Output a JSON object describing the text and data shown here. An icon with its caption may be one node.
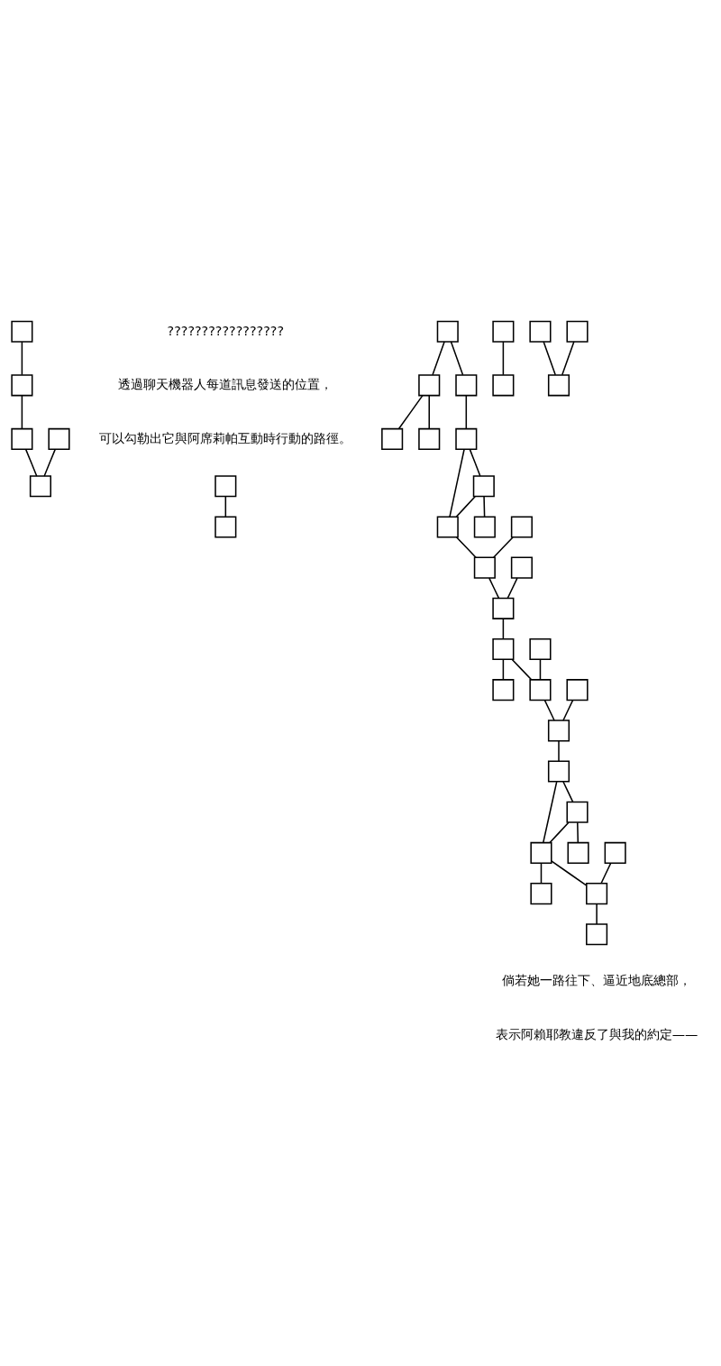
{
  "diagram": {
    "nodes": [
      {
        "text": [],
        "shape": "box"
      },
      {
        "text": [],
        "shape": "box"
      },
      {
        "text": [],
        "shape": "box"
      },
      {
        "text": [],
        "shape": "box"
      },
      {
        "text": [],
        "shape": "box"
      },
      {
        "text": [],
        "shape": "box"
      },
      {
        "text": [],
        "shape": "box"
      },
      {
        "text": [],
        "shape": "box"
      },
      {
        "text": [],
        "shape": "box"
      },
      {
        "text": [],
        "shape": "box"
      },
      {
        "text": [],
        "shape": "box"
      },
      {
        "text": [],
        "shape": "box"
      },
      {
        "text": [],
        "shape": "box"
      },
      {
        "text": [],
        "shape": "box"
      },
      {
        "text": [],
        "shape": "box"
      },
      {
        "text": [],
        "shape": "box"
      },
      {
        "text": [],
        "shape": "box"
      },
      {
        "text": [],
        "shape": "box"
      },
      {
        "text": [],
        "shape": "box"
      },
      {
        "text": [],
        "shape": "box"
      },
      {
        "text": [],
        "shape": "box"
      },
      {
        "text": [],
        "shape": "box"
      },
      {
        "text": [],
        "shape": "box"
      },
      {
        "text": [],
        "shape": "box"
      },
      {
        "text": [],
        "shape": "box"
      },
      {
        "text": [],
        "shape": "box"
      },
      {
        "text": [],
        "shape": "box"
      },
      {
        "text": [],
        "shape": "box"
      },
      {
        "text": [],
        "shape": "box"
      },
      {
        "text": [],
        "shape": "box"
      },
      {
        "text": [],
        "shape": "box"
      },
      {
        "text": [],
        "shape": "box"
      },
      {
        "text": [],
        "shape": "box"
      },
      {
        "text": [],
        "shape": "box"
      },
      {
        "text": [],
        "shape": "box"
      },
      {
        "text": [],
        "shape": "box"
      },
      {
        "text": [],
        "shape": "box"
      },
      {
        "text": [],
        "shape": "box"
      },
      {
        "text": [],
        "shape": "box"
      }
    ],
    "edges": [
      {
        "from": 0,
        "to": 2,
        "arrow": "none"
      },
      {
        "from": 2,
        "to": 18,
        "arrow": "none"
      },
      {
        "from": 1,
        "to": 8,
        "arrow": "none"
      },
      {
        "from": 9,
        "to": 10,
        "arrow": "none"
      },
      {
        "from": 11,
        "to": 19,
        "arrow": "none"
      },
      {
        "from": 18,
        "to": 19,
        "arrow": "none"
      },
      {
        "from": 20,
        "to": 21,
        "arrow": "none"
      },
      {
        "from": 12,
        "to": 21,
        "arrow": "none"
      },
      {
        "from": 3,
        "to": 22,
        "arrow": "none"
      },
      {
        "from": 3,
        "to": 4,
        "arrow": "none"
      },
      {
        "from": 4,
        "to": 5,
        "arrow": "none"
      },
      {
        "from": 4,
        "to": 13,
        "arrow": "none"
      },
      {
        "from": 22,
        "to": 23,
        "arrow": "none"
      },
      {
        "from": 23,
        "to": 24,
        "arrow": "none"
      },
      {
        "from": 24,
        "to": 28,
        "arrow": "none"
      },
      {
        "from": 23,
        "to": 14,
        "arrow": "none"
      },
      {
        "from": 24,
        "to": 14,
        "arrow": "none"
      },
      {
        "from": 14,
        "to": 15,
        "arrow": "none"
      },
      {
        "from": 15,
        "to": 16,
        "arrow": "none"
      },
      {
        "from": 6,
        "to": 15,
        "arrow": "none"
      },
      {
        "from": 7,
        "to": 16,
        "arrow": "none"
      },
      {
        "from": 16,
        "to": 17,
        "arrow": "none"
      },
      {
        "from": 17,
        "to": 25,
        "arrow": "none"
      },
      {
        "from": 17,
        "to": 27,
        "arrow": "none"
      },
      {
        "from": 26,
        "to": 27,
        "arrow": "none"
      },
      {
        "from": 27,
        "to": 30,
        "arrow": "none"
      },
      {
        "from": 29,
        "to": 30,
        "arrow": "none"
      },
      {
        "from": 30,
        "to": 31,
        "arrow": "none"
      },
      {
        "from": 31,
        "to": 32,
        "arrow": "none"
      },
      {
        "from": 31,
        "to": 33,
        "arrow": "none"
      },
      {
        "from": 32,
        "to": 33,
        "arrow": "none"
      },
      {
        "from": 33,
        "to": 34,
        "arrow": "none"
      },
      {
        "from": 32,
        "to": 35,
        "arrow": "none"
      },
      {
        "from": 33,
        "to": 37,
        "arrow": "none"
      },
      {
        "from": 36,
        "to": 37,
        "arrow": "none"
      },
      {
        "from": 37,
        "to": 38,
        "arrow": "none"
      }
    ],
    "labels": [
      "?????????????????",
      "透過聊天機器人每道訊息發送的位置，",
      "可以勾勒出它與阿席莉帕互動時行動的路徑。",
      "倘若她一路往下、逼近地底總部，",
      "表示阿賴耶教違反了與我的約定——"
    ]
  }
}
